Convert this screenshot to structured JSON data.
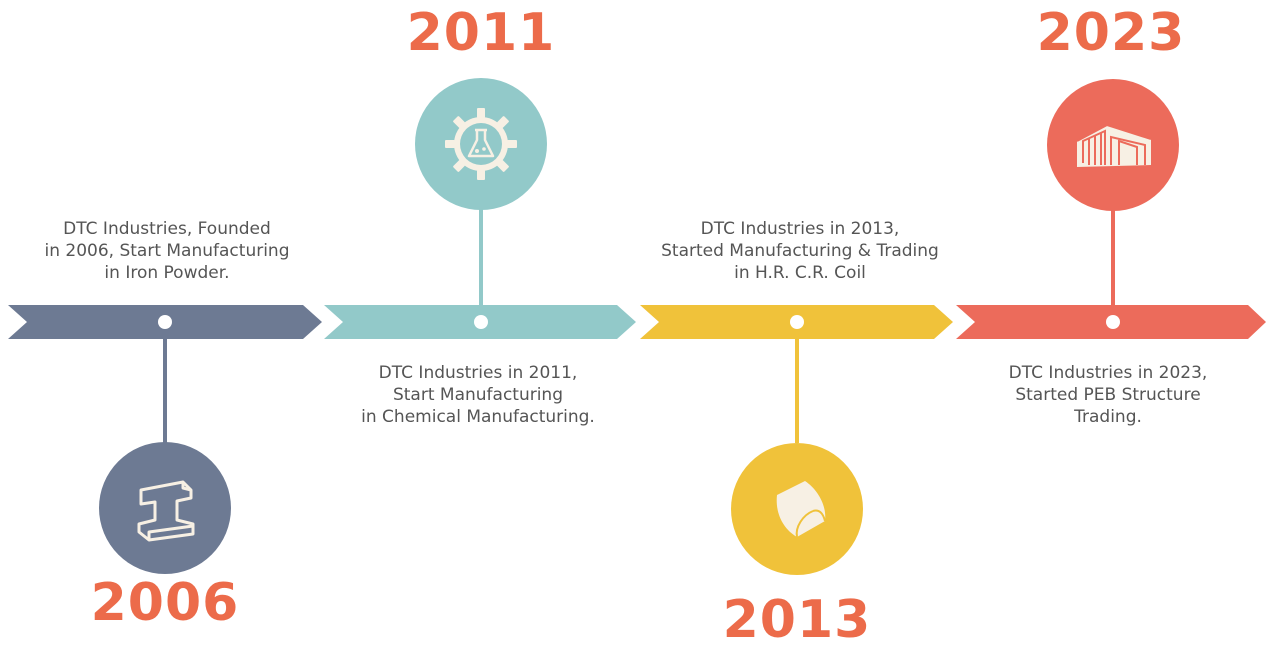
{
  "colors": {
    "slate": "#6d7a93",
    "teal": "#92c9c9",
    "yellow": "#f0c23a",
    "coral": "#ec6b5b",
    "year_text": "#ec6b4a",
    "desc_text": "#555555",
    "icon_fill": "#f7f0e4"
  },
  "milestones": [
    {
      "year": "2006",
      "lines": [
        "DTC Industries, Founded",
        "in 2006, Start Manufacturing",
        "in Iron Powder."
      ],
      "icon": "steel-beam-icon"
    },
    {
      "year": "2011",
      "lines": [
        "DTC Industries in 2011,",
        "Start Manufacturing",
        "in Chemical Manufacturing."
      ],
      "icon": "chemical-gear-icon"
    },
    {
      "year": "2013",
      "lines": [
        "DTC Industries in 2013,",
        "Started Manufacturing & Trading",
        "in H.R. C.R. Coil"
      ],
      "icon": "coil-icon"
    },
    {
      "year": "2023",
      "lines": [
        "DTC Industries in 2023,",
        "Started PEB Structure",
        "Trading."
      ],
      "icon": "peb-structure-icon"
    }
  ]
}
